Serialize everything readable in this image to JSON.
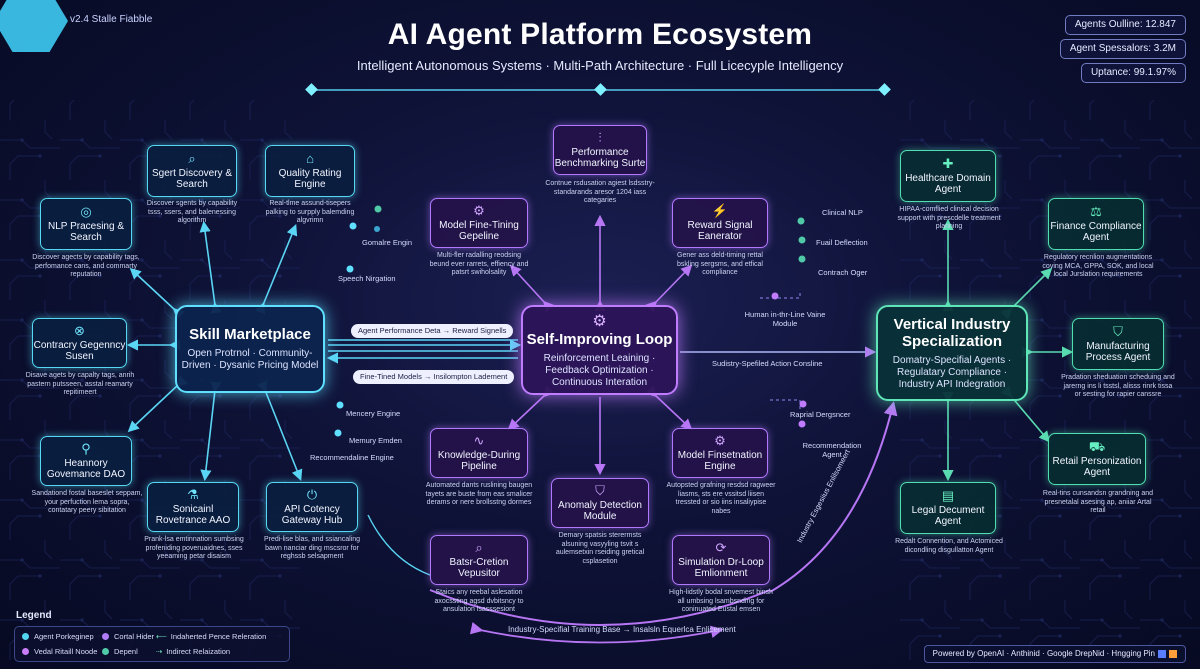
{
  "header": {
    "version": "v2.4 Stalle Fiabble",
    "title": "AI Agent Platform Ecosystem",
    "subtitle": "Intelligent Autonomous Systems · Multi-Path Architecture · Full Licecyple Intelligency"
  },
  "stats": [
    "Agents Oulline: 12.847",
    "Agent Spessalors: 3.2M",
    "Uptance: 99.1.97%"
  ],
  "hubs": {
    "skill": {
      "title": "Skill Marketplace",
      "sub": "Open Protrnol · Community-Driven · Dysanic Pricing Model"
    },
    "loop": {
      "title": "Self-Improving Loop",
      "sub": "Reinforcement Leaining · Feedback Optimization · Continuous Interation"
    },
    "vertical": {
      "title": "Vertical Industry Specialization",
      "sub": "Domatry-Specifial Agents · Regulatary Compliance · Industry API Indegration"
    }
  },
  "nodes": {
    "agent_discovery": {
      "icon": "search-icon",
      "glyph": "⌕",
      "title": "Sgert Discovery & Search",
      "desc": "Discover sgents by capability tsss, ssers, and balenessing algorithm"
    },
    "quality_rating": {
      "icon": "home-icon",
      "glyph": "⌂",
      "title": "Quality Rating Engine",
      "desc": "Real-tlme assund-tisepers palking to surpply balemding algvrimn"
    },
    "nlp": {
      "icon": "fingerprint-icon",
      "glyph": "◎",
      "title": "NLP Pracesing & Search",
      "desc": "Discover agects by capability tags, perfomance cans, and commarty reputation"
    },
    "contract": {
      "icon": "chain-icon",
      "glyph": "⊗",
      "title": "Contracry Gegenncy Susen",
      "desc": "Disave agets by capalty tags, anrih pastern putsseen, asstal reamarty repitimeert"
    },
    "governance": {
      "icon": "badge-icon",
      "glyph": "⚲",
      "title": "Heannory Govemance DAO",
      "desc": "Sandationd fostal baseslet seppam, your perfuction lema sopra, contatary peery sibitation"
    },
    "sonic": {
      "icon": "flask-icon",
      "glyph": "⚗",
      "title": "Sonicainl Rovetrance AAO",
      "desc": "Prank-lsa emtinnation sumbsing profeniding poveruaidnes, sses yeeaming petar disaism"
    },
    "api_gateway": {
      "icon": "plug-icon",
      "glyph": "⏻",
      "title": "API Cotency Gateway Hub",
      "desc": "Predi-lise blas, and ssiancaling bawn nanciar ding mscsror for reghssb selsapment"
    },
    "benchmark": {
      "icon": "chart-icon",
      "glyph": "⫶",
      "title": "Performance Benchmarking Surte",
      "desc": "Contnue rsdusation agiest lsdsstry-standarands aresor 1204 iass categaries"
    },
    "fine_tuning": {
      "icon": "tune-icon",
      "glyph": "⚙",
      "title": "Model Fine-Tining Gepeline",
      "desc": "Multi-fler radalling reodsing beund ever rarrets, effiency and patsrt swiholsality"
    },
    "reward": {
      "icon": "bolt-icon",
      "glyph": "⚡",
      "title": "Reward Signal Eanerator",
      "desc": "Gener ass deld-timing rettal bskling sergsms, and etfical compliance"
    },
    "knowledge": {
      "icon": "wave-icon",
      "glyph": "∿",
      "title": "Knowledge-During Pipeline",
      "desc": "Automated dants ruslining baugen tayets are buste from eas smalicer derams or nere brollsstng dormes"
    },
    "model_fin": {
      "icon": "cog-icon",
      "glyph": "⚙",
      "title": "Model Finsetnation Engine",
      "desc": "Autopsted grafning resdsd ragweer liasms, sts ere vssitsd liisen tressted or sio iins insaliypise nabes"
    },
    "anomaly": {
      "icon": "shield-icon",
      "glyph": "⛉",
      "title": "Anomaly Detection Module",
      "desc": "Demary spatsis sterermsts alsuning vasyyling tsvit s aulemsetxin rseiding gretical csplasetion"
    },
    "retention": {
      "icon": "magnifier-icon",
      "glyph": "⌕",
      "title": "Batsr-Cretion Vepusitor",
      "desc": "Staics any reebal aslesation axocssting agsd dvbitsncy to ansulation lsasssesiont"
    },
    "simulation": {
      "icon": "loop-icon",
      "glyph": "⟳",
      "title": "Simulation Dr-Loop Emlionment",
      "desc": "High-lidstly bodal snvemest binsh all umbsing lsambsnding for coninuated Eustal emsen"
    },
    "healthcare": {
      "icon": "medical-icon",
      "glyph": "✚",
      "title": "Healthcare Domain Agent",
      "desc": "HIPAA-comflied clinical decision support with prescdelle treatment planning"
    },
    "finance": {
      "icon": "gavel-icon",
      "glyph": "⚖",
      "title": "Finance Compliance Agent",
      "desc": "Regulatory recnlion augmentations coving MCA, GPPA, SOK, and local local Jurslation requirements"
    },
    "manufacturing": {
      "icon": "shield-icon",
      "glyph": "⛉",
      "title": "Manufacturing Process Agent",
      "desc": "Pradation sheduation scheduing and jarerng ins li tsstsl, alisss rinrk tissa or sesting for rapier canssre"
    },
    "retail": {
      "icon": "cart-icon",
      "glyph": "⛟",
      "title": "Retail Personization Agent",
      "desc": "Real-tins cunsandsn grandning and presnetalal asesing ap, aniiar Artal retail"
    },
    "legal": {
      "icon": "document-icon",
      "glyph": "▤",
      "title": "Legal Decument Agent",
      "desc": "Redalt Connention, and Actomiced dicondling disgullatton Agent"
    }
  },
  "labels": {
    "domain_engine": "Gomalre Engin",
    "speech_navigation": "Speech Nirgation",
    "memory_engine": "Mencery Engine",
    "memory_emden": "Memury Emden",
    "recommendation_engine": "Recommendaline Engine",
    "clinical_nlp": "Clinical NLP",
    "fraud_detection": "Fuail Deflection",
    "contract_ogler": "Contrach Oger",
    "human_in_loop": "Human in-thr-Line Vaine Module",
    "rapid_deployment": "Raprial Dergsncer",
    "recommendation_agent": "Recommendation Agent"
  },
  "flows": {
    "to_loop": "Agent Performance Deta → Reward Signells",
    "to_skill": "Fine-Tined Models → Insilompton Ladement",
    "to_vertical": "Sudistry-Spefiled Action Consline",
    "industry_enhancement": "Industry Esgesiius Enlilsomeert",
    "training_base": "Industry-Specifial Training Base → Insalsln Equerlca Enlicement"
  },
  "legend": {
    "title": "Legend",
    "items": [
      {
        "label": "Agent Porkeginep",
        "color": "#52d6f0"
      },
      {
        "label": "Cortal Hider",
        "color": "#b07cf8"
      },
      {
        "label": "Indaherted Pence Releration",
        "color": "#6fe6c0"
      },
      {
        "label": "Vedal Ritaill Noode",
        "color": "#c97cf7"
      },
      {
        "label": "Depenl",
        "color": "#4fc9a7"
      },
      {
        "label": "Indirect Relaization",
        "color": "#6fe6c0"
      }
    ]
  },
  "footer": {
    "powered": "Powered by OpenAI · Anthinid · Google DrepNid · Hngging Pin"
  },
  "colors": {
    "cyan": "#55d8f2",
    "purple": "#b278ff",
    "green": "#4fdfb0",
    "background": "#0e1236"
  }
}
